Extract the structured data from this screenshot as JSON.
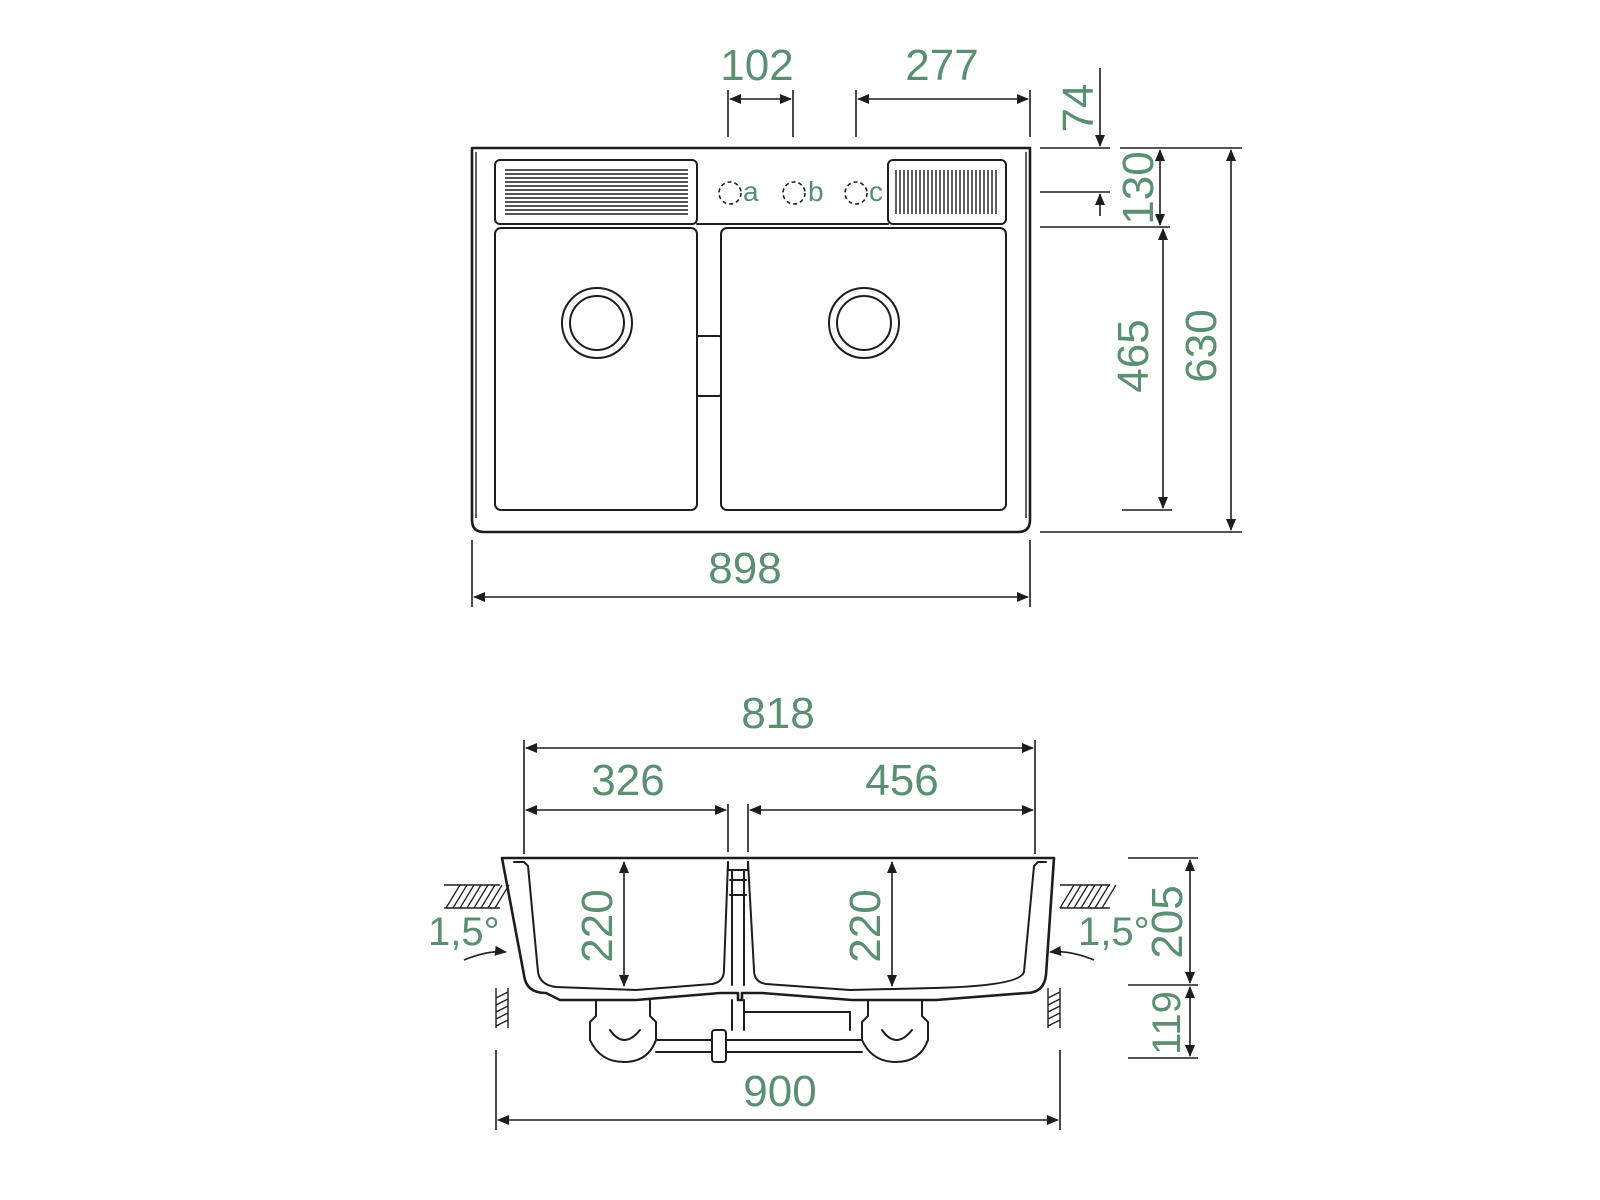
{
  "top_view": {
    "dims": {
      "tap_spacing": "102",
      "tap_offset": "277",
      "tap_from_edge": "74",
      "drainer_depth": "130",
      "bowl_depth": "465",
      "total_depth": "630",
      "total_width": "898"
    },
    "tap_holes": [
      "a",
      "b",
      "c"
    ]
  },
  "section_view": {
    "dims": {
      "inner_width": "818",
      "left_bowl": "326",
      "right_bowl": "456",
      "left_bowl_depth": "220",
      "right_bowl_depth": "220",
      "sink_height": "205",
      "counter_thickness": "119",
      "cutout_width": "900",
      "left_angle": "1,5°",
      "right_angle": "1,5°"
    }
  }
}
